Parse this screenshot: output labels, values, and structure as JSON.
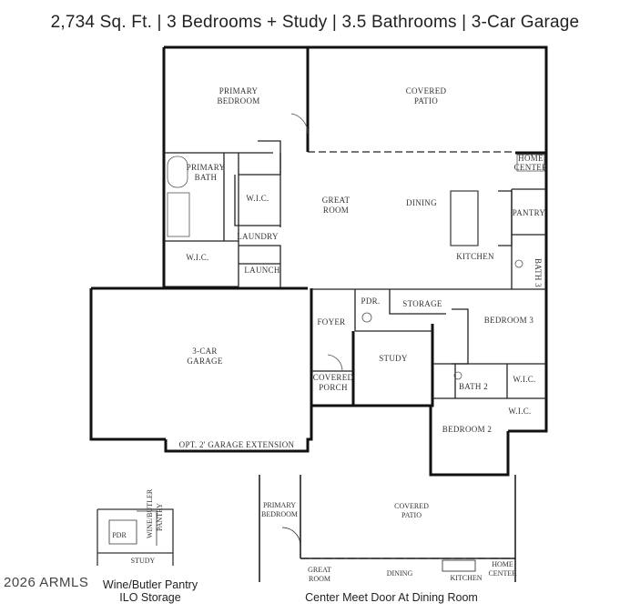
{
  "header": {
    "title": "2,734 Sq. Ft. | 3 Bedrooms + Study | 3.5 Bathrooms | 3-Car Garage"
  },
  "rooms": {
    "primary_bedroom": [
      "PRIMARY",
      "BEDROOM"
    ],
    "covered_patio": [
      "COVERED",
      "PATIO"
    ],
    "primary_bath": [
      "PRIMARY",
      "BATH"
    ],
    "wic_1": "W.I.C.",
    "wic_2": "W.I.C.",
    "wic_3": "W.I.C.",
    "wic_4": "W.I.C.",
    "laundry": "LAUNDRY",
    "launch": "LAUNCH",
    "great_room": [
      "GREAT",
      "ROOM"
    ],
    "dining": "DINING",
    "kitchen": "KITCHEN",
    "pantry": "PANTRY",
    "home_center": [
      "HOME",
      "CENTER"
    ],
    "bath_3": "BATH 3",
    "garage": [
      "3-CAR",
      "GARAGE"
    ],
    "foyer": "FOYER",
    "pdr": "PDR.",
    "storage": "STORAGE",
    "bedroom_3": "BEDROOM 3",
    "study": "STUDY",
    "covered_porch": [
      "COVERED",
      "PORCH"
    ],
    "bath_2": "BATH 2",
    "bedroom_2": "BEDROOM 2",
    "garage_ext": "OPT. 2' GARAGE EXTENSION"
  },
  "inset_left": {
    "pdr": "PDR",
    "wine_pantry": [
      "WINE/BUTLER",
      "PANTRY"
    ],
    "study": "STUDY",
    "caption": [
      "Wine/Butler Pantry",
      "ILO Storage"
    ]
  },
  "inset_right": {
    "primary_bedroom": [
      "PRIMARY",
      "BEDROOM"
    ],
    "covered_patio": [
      "COVERED",
      "PATIO"
    ],
    "great_room": [
      "GREAT",
      "ROOM"
    ],
    "dining": "DINING",
    "kitchen": "KITCHEN",
    "home_center": [
      "HOME",
      "CENTER"
    ],
    "caption": "Center Meet Door At Dining Room"
  },
  "watermark": "2026 ARMLS"
}
